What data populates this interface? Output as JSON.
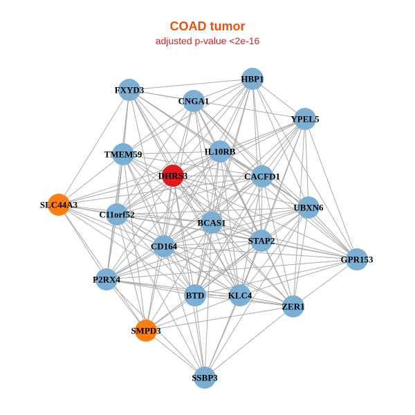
{
  "title": "COAD tumor",
  "subtitle": "adjusted p-value <2e-16",
  "colors": {
    "title": "#E8520A",
    "subtitle": "#E31A1C",
    "edge": "#AAAAAA",
    "default": "#7BAFD4",
    "hub": "#E31A1C",
    "highlight": "#FF7F0E"
  },
  "nodes": [
    {
      "id": "HBP1",
      "label": "HBP1",
      "group": "default"
    },
    {
      "id": "FXYD3",
      "label": "FXYD3",
      "group": "default"
    },
    {
      "id": "CNGA1",
      "label": "CNGA1",
      "group": "default"
    },
    {
      "id": "YPEL5",
      "label": "YPEL5",
      "group": "default"
    },
    {
      "id": "IL10RB",
      "label": "IL10RB",
      "group": "default"
    },
    {
      "id": "TMEM59",
      "label": "TMEM59",
      "group": "default"
    },
    {
      "id": "DHRS3",
      "label": "DHRS3",
      "group": "hub"
    },
    {
      "id": "CACFD1",
      "label": "CACFD1",
      "group": "default"
    },
    {
      "id": "SLC44A3",
      "label": "SLC44A3",
      "group": "highlight"
    },
    {
      "id": "UBXN6",
      "label": "UBXN6",
      "group": "default"
    },
    {
      "id": "C11orf52",
      "label": "C11orf52",
      "group": "default"
    },
    {
      "id": "BCAS1",
      "label": "BCAS1",
      "group": "default"
    },
    {
      "id": "STAP2",
      "label": "STAP2",
      "group": "default"
    },
    {
      "id": "CD164",
      "label": "CD164",
      "group": "default"
    },
    {
      "id": "GPR153",
      "label": "GPR153",
      "group": "default"
    },
    {
      "id": "P2RX4",
      "label": "P2RX4",
      "group": "default"
    },
    {
      "id": "BTD",
      "label": "BTD",
      "group": "default"
    },
    {
      "id": "KLC4",
      "label": "KLC4",
      "group": "default"
    },
    {
      "id": "ZER1",
      "label": "ZER1",
      "group": "default"
    },
    {
      "id": "SMPD3",
      "label": "SMPD3",
      "group": "highlight"
    },
    {
      "id": "SSBP3",
      "label": "SSBP3",
      "group": "default"
    }
  ],
  "edges": [
    [
      "HBP1",
      "FXYD3"
    ],
    [
      "HBP1",
      "CNGA1"
    ],
    [
      "HBP1",
      "YPEL5"
    ],
    [
      "HBP1",
      "IL10RB"
    ],
    [
      "HBP1",
      "DHRS3"
    ],
    [
      "HBP1",
      "CACFD1"
    ],
    [
      "HBP1",
      "UBXN6"
    ],
    [
      "HBP1",
      "C11orf52"
    ],
    [
      "HBP1",
      "BCAS1"
    ],
    [
      "HBP1",
      "STAP2"
    ],
    [
      "HBP1",
      "CD164"
    ],
    [
      "HBP1",
      "BTD"
    ],
    [
      "HBP1",
      "TMEM59"
    ],
    [
      "HBP1",
      "GPR153"
    ],
    [
      "FXYD3",
      "CNGA1"
    ],
    [
      "FXYD3",
      "IL10RB"
    ],
    [
      "FXYD3",
      "TMEM59"
    ],
    [
      "FXYD3",
      "DHRS3"
    ],
    [
      "FXYD3",
      "CACFD1"
    ],
    [
      "FXYD3",
      "SLC44A3"
    ],
    [
      "FXYD3",
      "C11orf52"
    ],
    [
      "FXYD3",
      "BCAS1"
    ],
    [
      "FXYD3",
      "STAP2"
    ],
    [
      "FXYD3",
      "CD164"
    ],
    [
      "FXYD3",
      "P2RX4"
    ],
    [
      "FXYD3",
      "UBXN6"
    ],
    [
      "FXYD3",
      "KLC4"
    ],
    [
      "FXYD3",
      "YPEL5"
    ],
    [
      "CNGA1",
      "IL10RB"
    ],
    [
      "CNGA1",
      "DHRS3"
    ],
    [
      "CNGA1",
      "CACFD1"
    ],
    [
      "CNGA1",
      "BCAS1"
    ],
    [
      "CNGA1",
      "STAP2"
    ],
    [
      "CNGA1",
      "UBXN6"
    ],
    [
      "CNGA1",
      "C11orf52"
    ],
    [
      "CNGA1",
      "CD164"
    ],
    [
      "CNGA1",
      "ZER1"
    ],
    [
      "CNGA1",
      "KLC4"
    ],
    [
      "CNGA1",
      "TMEM59"
    ],
    [
      "CNGA1",
      "GPR153"
    ],
    [
      "YPEL5",
      "IL10RB"
    ],
    [
      "YPEL5",
      "CACFD1"
    ],
    [
      "YPEL5",
      "UBXN6"
    ],
    [
      "YPEL5",
      "STAP2"
    ],
    [
      "YPEL5",
      "BCAS1"
    ],
    [
      "YPEL5",
      "DHRS3"
    ],
    [
      "YPEL5",
      "GPR153"
    ],
    [
      "YPEL5",
      "CD164"
    ],
    [
      "YPEL5",
      "KLC4"
    ],
    [
      "YPEL5",
      "BTD"
    ],
    [
      "YPEL5",
      "ZER1"
    ],
    [
      "YPEL5",
      "C11orf52"
    ],
    [
      "IL10RB",
      "TMEM59"
    ],
    [
      "IL10RB",
      "DHRS3"
    ],
    [
      "IL10RB",
      "CACFD1"
    ],
    [
      "IL10RB",
      "UBXN6"
    ],
    [
      "IL10RB",
      "C11orf52"
    ],
    [
      "IL10RB",
      "BCAS1"
    ],
    [
      "IL10RB",
      "STAP2"
    ],
    [
      "IL10RB",
      "CD164"
    ],
    [
      "IL10RB",
      "P2RX4"
    ],
    [
      "IL10RB",
      "BTD"
    ],
    [
      "IL10RB",
      "KLC4"
    ],
    [
      "IL10RB",
      "ZER1"
    ],
    [
      "IL10RB",
      "SLC44A3"
    ],
    [
      "IL10RB",
      "GPR153"
    ],
    [
      "TMEM59",
      "DHRS3"
    ],
    [
      "TMEM59",
      "SLC44A3"
    ],
    [
      "TMEM59",
      "C11orf52"
    ],
    [
      "TMEM59",
      "BCAS1"
    ],
    [
      "TMEM59",
      "CD164"
    ],
    [
      "TMEM59",
      "P2RX4"
    ],
    [
      "TMEM59",
      "STAP2"
    ],
    [
      "TMEM59",
      "BTD"
    ],
    [
      "TMEM59",
      "CACFD1"
    ],
    [
      "TMEM59",
      "SMPD3"
    ],
    [
      "TMEM59",
      "KLC4"
    ],
    [
      "DHRS3",
      "CACFD1"
    ],
    [
      "DHRS3",
      "SLC44A3"
    ],
    [
      "DHRS3",
      "UBXN6"
    ],
    [
      "DHRS3",
      "C11orf52"
    ],
    [
      "DHRS3",
      "BCAS1"
    ],
    [
      "DHRS3",
      "STAP2"
    ],
    [
      "DHRS3",
      "CD164"
    ],
    [
      "DHRS3",
      "P2RX4"
    ],
    [
      "DHRS3",
      "BTD"
    ],
    [
      "DHRS3",
      "KLC4"
    ],
    [
      "DHRS3",
      "ZER1"
    ],
    [
      "DHRS3",
      "SMPD3"
    ],
    [
      "DHRS3",
      "SSBP3"
    ],
    [
      "DHRS3",
      "GPR153"
    ],
    [
      "CACFD1",
      "UBXN6"
    ],
    [
      "CACFD1",
      "C11orf52"
    ],
    [
      "CACFD1",
      "BCAS1"
    ],
    [
      "CACFD1",
      "STAP2"
    ],
    [
      "CACFD1",
      "CD164"
    ],
    [
      "CACFD1",
      "GPR153"
    ],
    [
      "CACFD1",
      "BTD"
    ],
    [
      "CACFD1",
      "KLC4"
    ],
    [
      "CACFD1",
      "ZER1"
    ],
    [
      "CACFD1",
      "P2RX4"
    ],
    [
      "CACFD1",
      "SLC44A3"
    ],
    [
      "SLC44A3",
      "C11orf52"
    ],
    [
      "SLC44A3",
      "CD164"
    ],
    [
      "SLC44A3",
      "P2RX4"
    ],
    [
      "SLC44A3",
      "BCAS1"
    ],
    [
      "SLC44A3",
      "BTD"
    ],
    [
      "SLC44A3",
      "SMPD3"
    ],
    [
      "SLC44A3",
      "STAP2"
    ],
    [
      "SLC44A3",
      "KLC4"
    ],
    [
      "UBXN6",
      "BCAS1"
    ],
    [
      "UBXN6",
      "STAP2"
    ],
    [
      "UBXN6",
      "GPR153"
    ],
    [
      "UBXN6",
      "CD164"
    ],
    [
      "UBXN6",
      "KLC4"
    ],
    [
      "UBXN6",
      "ZER1"
    ],
    [
      "UBXN6",
      "BTD"
    ],
    [
      "UBXN6",
      "C11orf52"
    ],
    [
      "UBXN6",
      "P2RX4"
    ],
    [
      "UBXN6",
      "SSBP3"
    ],
    [
      "C11orf52",
      "BCAS1"
    ],
    [
      "C11orf52",
      "CD164"
    ],
    [
      "C11orf52",
      "P2RX4"
    ],
    [
      "C11orf52",
      "STAP2"
    ],
    [
      "C11orf52",
      "BTD"
    ],
    [
      "C11orf52",
      "KLC4"
    ],
    [
      "C11orf52",
      "SMPD3"
    ],
    [
      "C11orf52",
      "ZER1"
    ],
    [
      "C11orf52",
      "SSBP3"
    ],
    [
      "C11orf52",
      "GPR153"
    ],
    [
      "BCAS1",
      "STAP2"
    ],
    [
      "BCAS1",
      "CD164"
    ],
    [
      "BCAS1",
      "GPR153"
    ],
    [
      "BCAS1",
      "P2RX4"
    ],
    [
      "BCAS1",
      "BTD"
    ],
    [
      "BCAS1",
      "KLC4"
    ],
    [
      "BCAS1",
      "ZER1"
    ],
    [
      "BCAS1",
      "SMPD3"
    ],
    [
      "BCAS1",
      "SSBP3"
    ],
    [
      "STAP2",
      "CD164"
    ],
    [
      "STAP2",
      "GPR153"
    ],
    [
      "STAP2",
      "BTD"
    ],
    [
      "STAP2",
      "KLC4"
    ],
    [
      "STAP2",
      "ZER1"
    ],
    [
      "STAP2",
      "SMPD3"
    ],
    [
      "STAP2",
      "SSBP3"
    ],
    [
      "STAP2",
      "P2RX4"
    ],
    [
      "CD164",
      "P2RX4"
    ],
    [
      "CD164",
      "BTD"
    ],
    [
      "CD164",
      "KLC4"
    ],
    [
      "CD164",
      "ZER1"
    ],
    [
      "CD164",
      "SMPD3"
    ],
    [
      "CD164",
      "SSBP3"
    ],
    [
      "CD164",
      "GPR153"
    ],
    [
      "GPR153",
      "KLC4"
    ],
    [
      "GPR153",
      "ZER1"
    ],
    [
      "GPR153",
      "BTD"
    ],
    [
      "GPR153",
      "P2RX4"
    ],
    [
      "P2RX4",
      "BTD"
    ],
    [
      "P2RX4",
      "SMPD3"
    ],
    [
      "P2RX4",
      "SSBP3"
    ],
    [
      "P2RX4",
      "KLC4"
    ],
    [
      "P2RX4",
      "ZER1"
    ],
    [
      "BTD",
      "KLC4"
    ],
    [
      "BTD",
      "ZER1"
    ],
    [
      "BTD",
      "SMPD3"
    ],
    [
      "BTD",
      "SSBP3"
    ],
    [
      "KLC4",
      "ZER1"
    ],
    [
      "KLC4",
      "SMPD3"
    ],
    [
      "KLC4",
      "SSBP3"
    ],
    [
      "ZER1",
      "SSBP3"
    ],
    [
      "ZER1",
      "SMPD3"
    ],
    [
      "SMPD3",
      "SSBP3"
    ]
  ]
}
